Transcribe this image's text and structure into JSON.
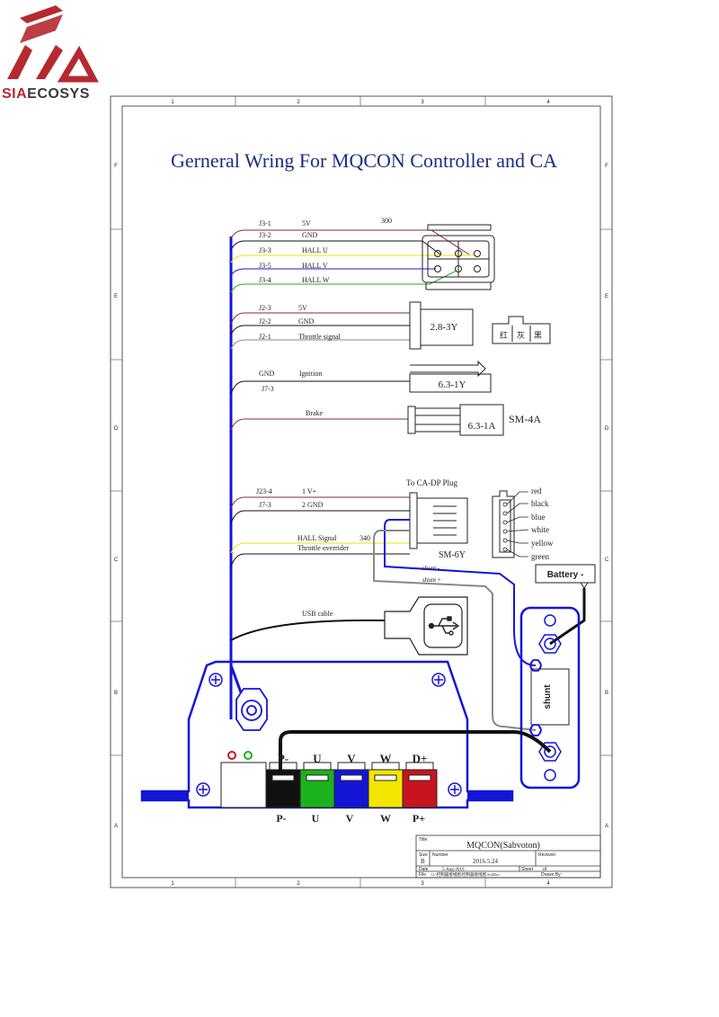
{
  "logo": {
    "brand_red": "SIA",
    "brand_gray": "ECOSYS"
  },
  "title": "Gerneral Wring For MQCON Controller and CA",
  "border": {
    "cols": [
      "1",
      "2",
      "3",
      "4"
    ],
    "rows": [
      "F",
      "E",
      "D",
      "C",
      "B",
      "A"
    ]
  },
  "hall": {
    "code": "300",
    "pins": [
      "J3-1",
      "J3-2",
      "J3-3",
      "J3-5",
      "J3-4"
    ],
    "labels": [
      "5V",
      "GND",
      "HALL U",
      "HALL V",
      "HALL W"
    ]
  },
  "throttle": {
    "pins": [
      "J2-3",
      "J2-2",
      "J2-1"
    ],
    "labels": [
      "5V",
      "GND",
      "Throttle signal"
    ],
    "connector": "2.8-3Y",
    "chars": [
      "红",
      "灰",
      "黑"
    ]
  },
  "ignition": {
    "gnd": "GND",
    "label": "Ignition",
    "pin": "J7-3",
    "connector": "6.3-1Y"
  },
  "brake": {
    "label": "Brake",
    "connector": "6.3-1A",
    "type": "SM-4A"
  },
  "ca": {
    "pins": [
      "J23-4",
      "J7-3"
    ],
    "labels": [
      "1 V+",
      "2 GND",
      "HALL Signal",
      "Throttle overrider"
    ],
    "code": "340",
    "plug": "To CA-DP Plug",
    "connector": "SM-6Y",
    "shunt_minus": "shunt -",
    "shunt_plus": "shunt +",
    "colors": [
      "red",
      "black",
      "blue",
      "white",
      "yellow",
      "green"
    ]
  },
  "battery": "Battery -",
  "usb": "USB cable",
  "shunt": "shunt",
  "terminals_top": [
    "P-",
    "U",
    "V",
    "W",
    "D+"
  ],
  "terminals_bottom": [
    "P-",
    "U",
    "V",
    "W",
    "P+"
  ],
  "title_block": {
    "title_lbl": "Title",
    "title": "MQCON(Sabvoton)",
    "size_lbl": "Size",
    "size": "B",
    "number_lbl": "Number",
    "number": "2016.5.24",
    "revision_lbl": "Revision",
    "date_lbl": "Date",
    "date": "5-Aug-2016",
    "sheet_lbl": "Sheet",
    "of_lbl": "of",
    "file_lbl": "File",
    "file": "G:\\控制器接线图\\控制器接线图.SchDoc",
    "drawn_lbl": "Drawn By:"
  },
  "colors": {
    "blue": "#1515d8",
    "black": "#111111",
    "green": "#1cb21c",
    "yellow": "#f2e600",
    "red": "#c8141e",
    "maroon": "#8a2a3a",
    "gray": "#888888",
    "brand": "#b42a30"
  }
}
